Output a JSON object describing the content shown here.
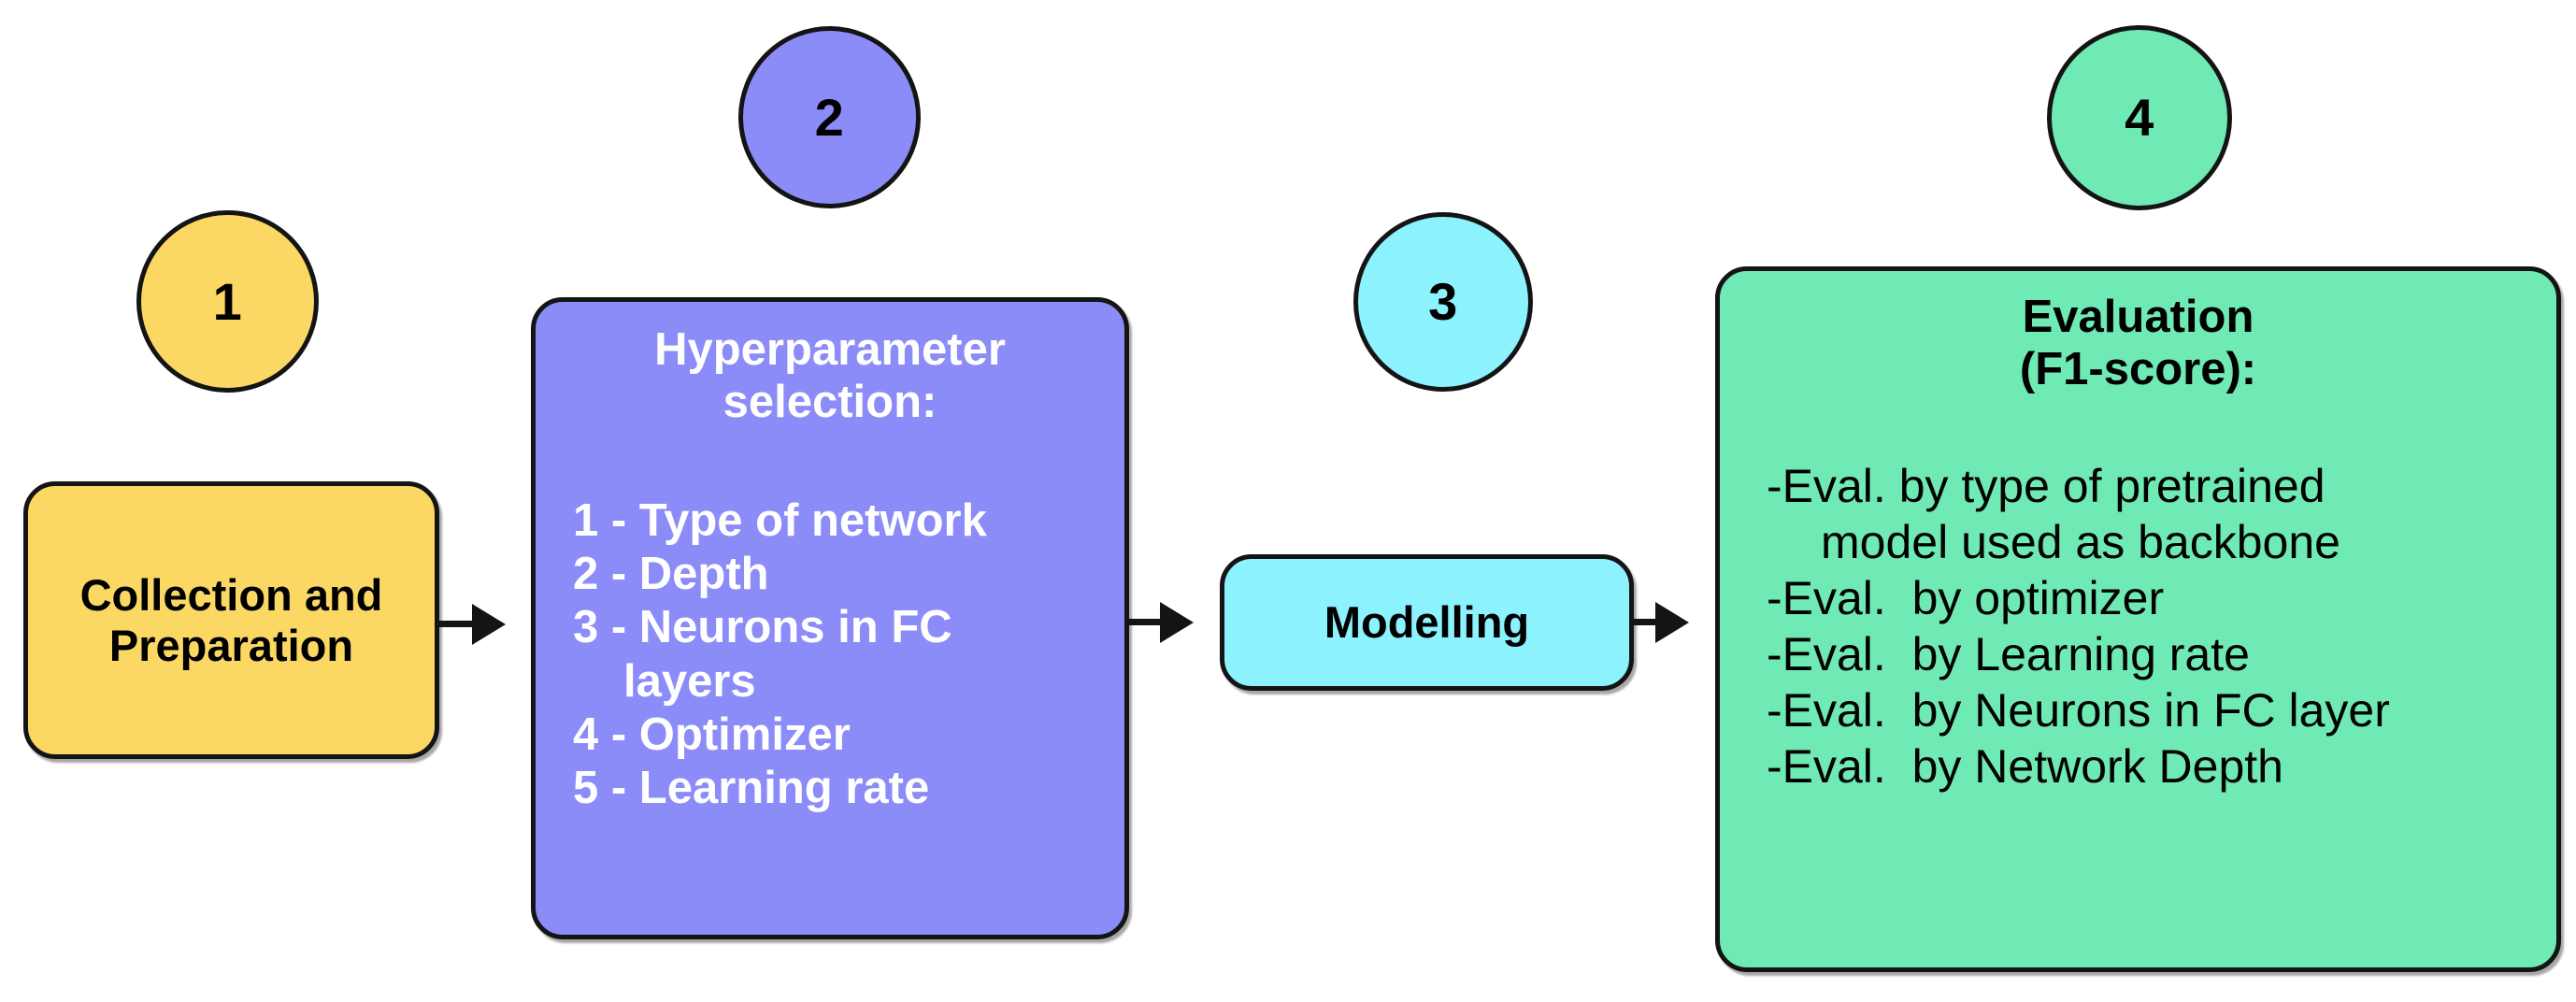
{
  "diagram": {
    "title": "Deep learning pipeline flowchart",
    "colors": {
      "yellow": "#FBD864",
      "purple": "#8B8CF7",
      "cyan": "#8BF2FE",
      "green": "#6FEAB4",
      "stroke": "#141414",
      "background": "#FFFFFF"
    },
    "steps": [
      {
        "number": "1",
        "color": "#FBD864"
      },
      {
        "number": "2",
        "color": "#8B8CF7"
      },
      {
        "number": "3",
        "color": "#8BF2FE"
      },
      {
        "number": "4",
        "color": "#6FEAB4"
      }
    ],
    "nodes": {
      "collection": {
        "title": "Collection and\nPreparation"
      },
      "hyperparameter": {
        "title": "Hyperparameter\nselection:",
        "items": [
          {
            "text": "1 - Type of network",
            "continuation": false
          },
          {
            "text": "2 - Depth",
            "continuation": false
          },
          {
            "text": "3 - Neurons in FC",
            "continuation": false
          },
          {
            "text": "layers",
            "continuation": true
          },
          {
            "text": "4 - Optimizer",
            "continuation": false
          },
          {
            "text": "5 - Learning rate",
            "continuation": false
          }
        ]
      },
      "modelling": {
        "title": "Modelling"
      },
      "evaluation": {
        "title": "Evaluation\n(F1-score):",
        "items": [
          {
            "text": "-Eval. by type of pretrained",
            "continuation": false
          },
          {
            "text": "model used as backbone",
            "continuation": true
          },
          {
            "text": "-Eval.  by optimizer",
            "continuation": false
          },
          {
            "text": "-Eval.  by Learning rate",
            "continuation": false
          },
          {
            "text": "-Eval.  by Neurons in FC layer",
            "continuation": false
          },
          {
            "text": "-Eval.  by Network Depth",
            "continuation": false
          }
        ]
      }
    },
    "arrows": [
      {
        "from": "collection",
        "to": "hyperparameter"
      },
      {
        "from": "hyperparameter",
        "to": "modelling"
      },
      {
        "from": "modelling",
        "to": "evaluation"
      }
    ]
  }
}
